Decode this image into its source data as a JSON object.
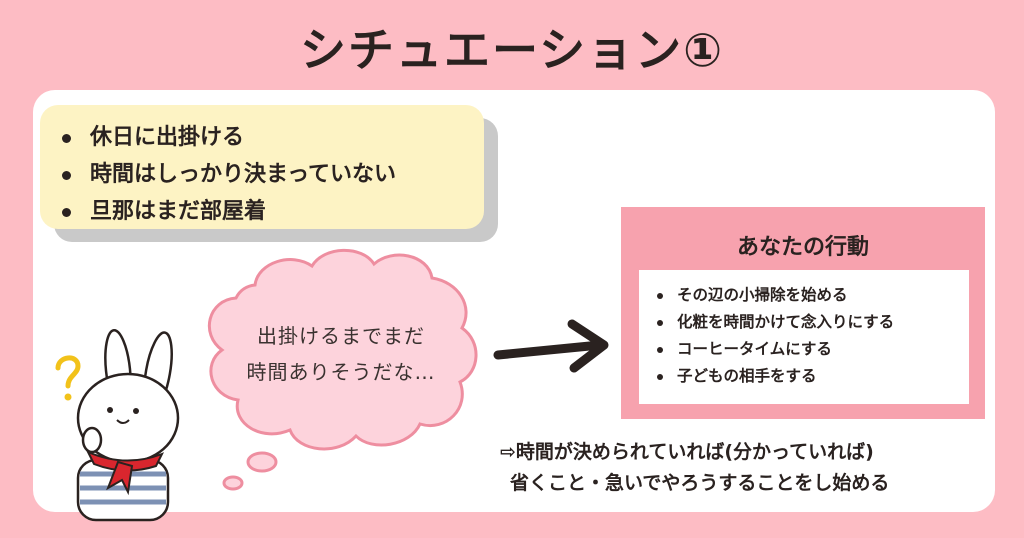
{
  "title": "シチュエーション①",
  "situation": {
    "items": [
      "休日に出掛ける",
      "時間はしっかり決まっていない",
      "旦那はまだ部屋着"
    ]
  },
  "bubble": {
    "line1": "出掛けるまでまだ",
    "line2": "時間ありそうだな…"
  },
  "action": {
    "title": "あなたの行動",
    "items": [
      "その辺の小掃除を始める",
      "化粧を時間かけて念入りにする",
      "コーヒータイムにする",
      "子どもの相手をする"
    ]
  },
  "bottom": {
    "line1": "⇨時間が決められていれば(分かっていれば)",
    "line2": "省くこと・急いでやろうすることをし始める"
  },
  "colors": {
    "background": "#fdbcc4",
    "note": "#fdf3c4",
    "action_box": "#f7a2ae",
    "bubble": "#fdd3dc",
    "text": "#2a2220"
  },
  "icons": [
    "question-mark-icon",
    "rabbit-character-icon",
    "arrow-right-icon"
  ]
}
